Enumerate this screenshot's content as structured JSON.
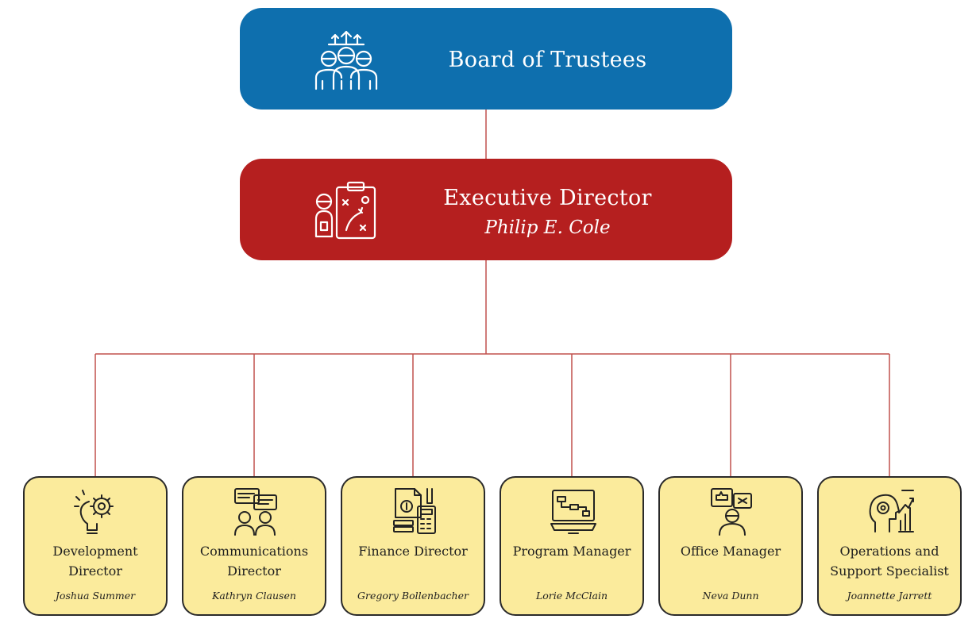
{
  "board": {
    "title": "Board of Trustees",
    "icon": "board-group-icon",
    "color": "#0e6fae"
  },
  "executive": {
    "title": "Executive Director",
    "name": "Philip E. Cole",
    "icon": "strategy-clipboard-icon",
    "color": "#b51f1f"
  },
  "connector_color": "#c0504d",
  "staff_card_color": "#fbeb9c",
  "staff": [
    {
      "title_line1": "Development",
      "title_line2": "Director",
      "name": "Joshua Summer",
      "icon": "lightbulb-gear-icon"
    },
    {
      "title_line1": "Communications",
      "title_line2": "Director",
      "name": "Kathryn Clausen",
      "icon": "conversation-icon"
    },
    {
      "title_line1": "Finance Director",
      "title_line2": "",
      "name": "Gregory Bollenbacher",
      "icon": "finance-calculator-icon"
    },
    {
      "title_line1": "Program Manager",
      "title_line2": "",
      "name": "Lorie McClain",
      "icon": "computer-flowchart-icon"
    },
    {
      "title_line1": "Office Manager",
      "title_line2": "",
      "name": "Neva Dunn",
      "icon": "office-manager-icon"
    },
    {
      "title_line1": "Operations and",
      "title_line2": "Support Specialist",
      "name": "Joannette Jarrett",
      "icon": "operations-analytics-icon"
    }
  ]
}
